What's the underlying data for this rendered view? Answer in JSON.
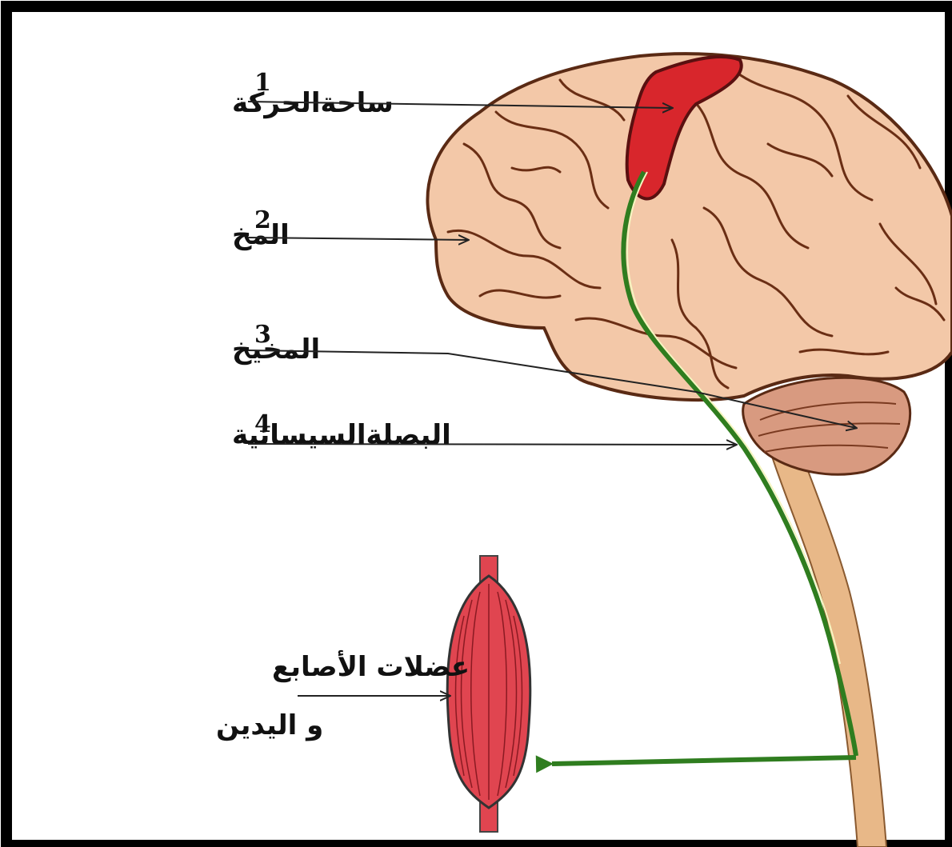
{
  "labels": {
    "l1": {
      "number": "1",
      "text": "ساحةالحركة"
    },
    "l2": {
      "number": "2",
      "text": "المخ"
    },
    "l3": {
      "number": "3",
      "text": "المخيخ"
    },
    "l4": {
      "number": "4",
      "text": "البصلةالسيسائية"
    },
    "muscle_line1": "عضلات الأصابع",
    "muscle_line2": "و اليدين"
  },
  "colors": {
    "brain_fill": "#f3c8a8",
    "brain_outline": "#5a2a14",
    "motor_area": "#d8262c",
    "pathway": "#2f7d1f",
    "spinal_cord": "#e8b888",
    "cerebellum": "#d89a80",
    "muscle": "#e04550"
  },
  "icons": [
    "brain-icon",
    "muscle-icon",
    "arrow-icon"
  ]
}
